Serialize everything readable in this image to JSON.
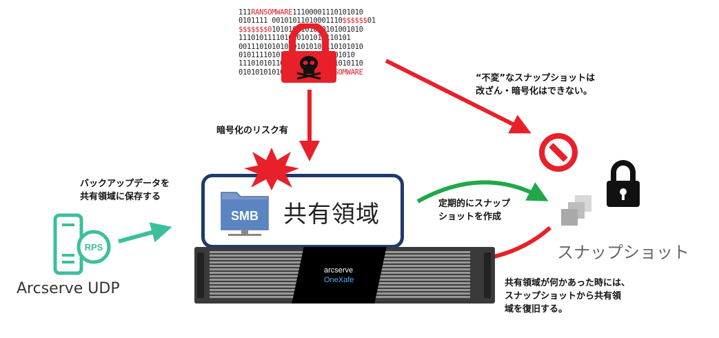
{
  "ransomware": {
    "binary_lines": [
      [
        {
          "t": "111"
        },
        {
          "t": "RANSOMWARE",
          "red": true
        },
        {
          "t": "11100001110101010"
        }
      ],
      [
        {
          "t": "0101111 00101011010001110"
        },
        {
          "t": "$$$$$$",
          "red": true
        },
        {
          "t": "01"
        }
      ],
      [
        {
          "t": "$$$$$$$0",
          "red": true
        },
        {
          "t": "1010101101010101001010"
        }
      ],
      [
        {
          "t": "111010111101010101010110101"
        }
      ],
      [
        {
          "t": "001110101010101010101110101010"
        }
      ],
      [
        {
          "t": "0101111010101010101010101010"
        }
      ],
      [
        {
          "t": "111010101101010101010101010110"
        }
      ],
      [
        {
          "t": "0101010101011001111"
        },
        {
          "t": "0RANSOMWARE",
          "red": true
        }
      ]
    ]
  },
  "labels": {
    "encryption_risk": "暗号化のリスク有",
    "immutable_note": "“不変”なスナップショットは\n改ざん・暗号化はできない。",
    "backup_note": "バックアップデータを\n共有領域に保存する",
    "periodic_note": "定期的にスナップ\nショットを作成",
    "restore_note": "共有領域が何かあった時には、\nスナップショットから共有領\n域を復旧する。",
    "shared_area": "共有領域",
    "smb": "SMB",
    "snapshot": "スナップショット",
    "arcserve_udp": "Arcserve UDP",
    "rps": "RPS",
    "appliance_brand": "arcserve",
    "appliance_product": "OneXafe"
  },
  "colors": {
    "red": "#e8202a",
    "green": "#20a84a",
    "teal": "#3cbf9c",
    "navy": "#1f3a6b"
  }
}
